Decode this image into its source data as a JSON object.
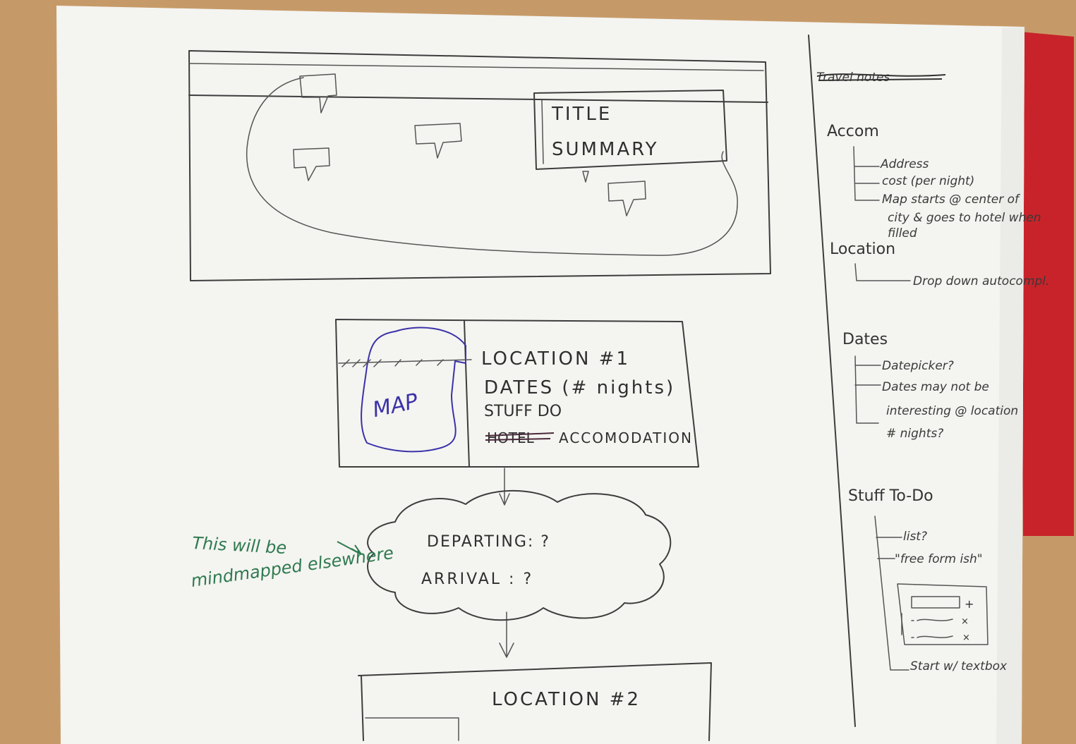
{
  "wireframe": {
    "detail_card": {
      "title": "TITLE",
      "summary": "SUMMARY"
    },
    "location_card": {
      "map_label": "MAP",
      "fields": [
        "LOCATION #1",
        "DATES (# nights)",
        "STUFF DO",
        "ACCOMODATION"
      ],
      "struck_word": "HOTEL"
    },
    "transit": {
      "departing": "DEPARTING: ?",
      "arrival": "ARRIVAL : ?"
    },
    "green_note": [
      "This will be",
      "mindmapped elsewhere"
    ],
    "next_location": "LOCATION #2"
  },
  "notes": {
    "struck_heading": "Travel notes",
    "sections": [
      {
        "heading": "Accom",
        "items": [
          "Address",
          "cost (per night)",
          "Map starts @ center of",
          "city & goes to hotel when",
          "filled"
        ]
      },
      {
        "heading": "Location",
        "items": [
          "Drop down autocompl."
        ]
      },
      {
        "heading": "Dates",
        "items": [
          "Datepicker?",
          "Dates may not be",
          "interesting @ location",
          "# nights?"
        ]
      },
      {
        "heading": "Stuff To-Do",
        "items": [
          "list?",
          "\"free form ish\"",
          "Start w/ textbox"
        ]
      }
    ]
  },
  "colors": {
    "paper": "#f4f4f1",
    "desk": "#c69a68",
    "pencil": "#3d3d3d",
    "blue_pen": "#3b32a8",
    "green_pen": "#2f7a4f",
    "red_edge": "#c8232a"
  }
}
